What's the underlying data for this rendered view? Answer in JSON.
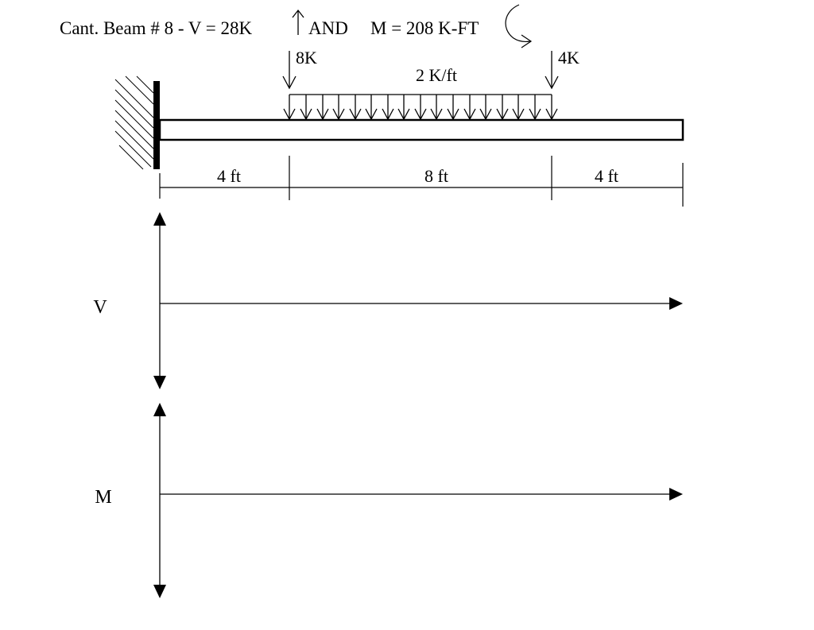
{
  "title": {
    "prefix": "Cant. Beam # 8 - V = 28K",
    "middle": "AND",
    "moment": "M = 208 K-FT"
  },
  "loads": {
    "point_load_left": "8K",
    "point_load_right": "4K",
    "distributed_load": "2 K/ft"
  },
  "dimensions": [
    "4 ft",
    "8 ft",
    "4 ft"
  ],
  "diagrams": {
    "shear_label": "V",
    "moment_label": "M"
  }
}
